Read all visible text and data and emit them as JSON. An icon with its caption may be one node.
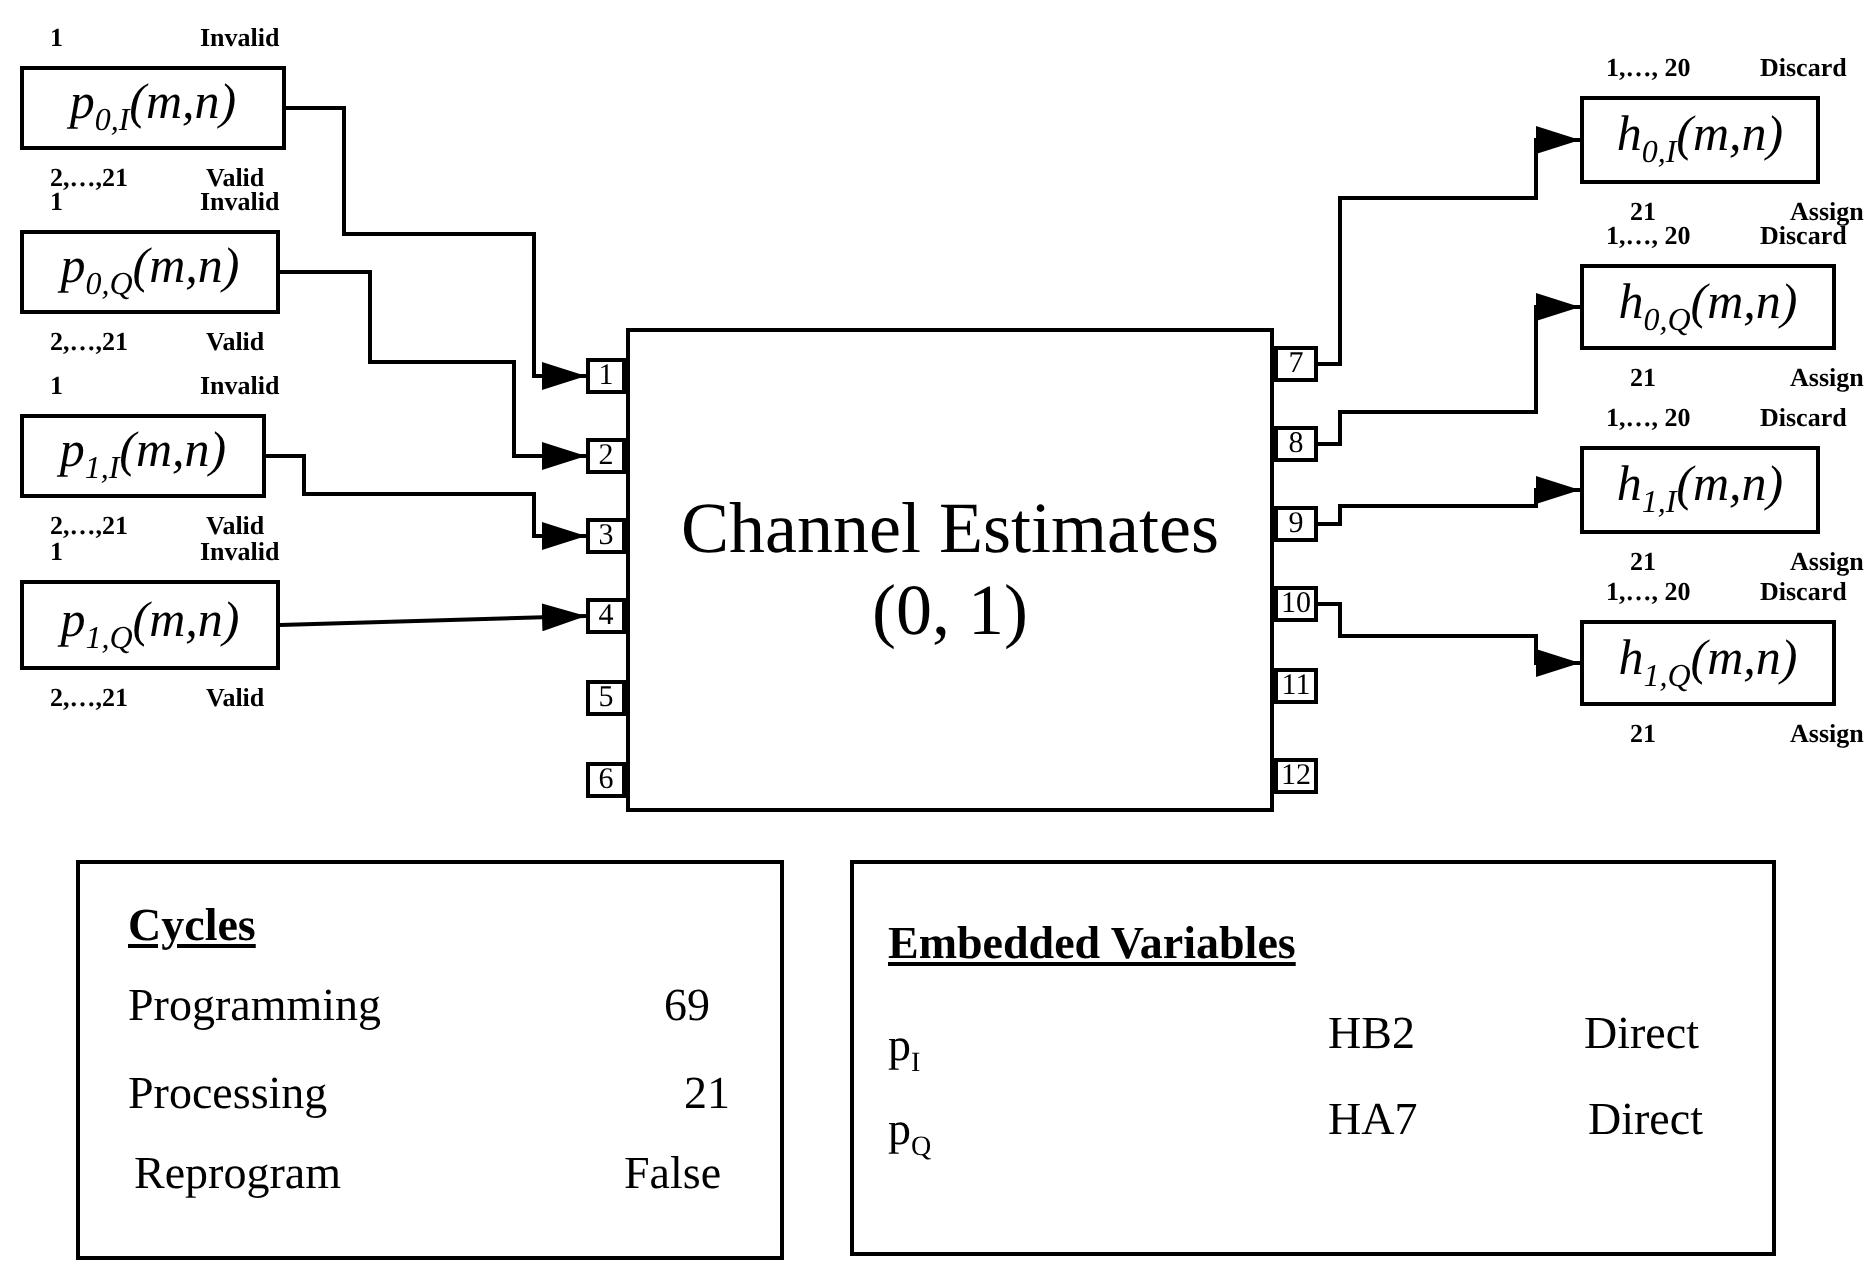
{
  "diagram": {
    "nodes": [
      {
        "text": [
          "p$_{0,I}$(m,n)"
        ],
        "beside": [
          "1",
          "Invalid",
          "2,…,21",
          "Valid"
        ]
      },
      {
        "text": [
          "p$_{0,Q}$(m,n)"
        ],
        "beside": [
          "1",
          "Invalid",
          "2,…,21",
          "Valid"
        ]
      },
      {
        "text": [
          "p$_{1,I}$(m,n)"
        ],
        "beside": [
          "1",
          "Invalid",
          "2,…,21",
          "Valid"
        ]
      },
      {
        "text": [
          "p$_{1,Q}$(m,n)"
        ],
        "beside": [
          "1",
          "Invalid",
          "2,…,21",
          "Valid"
        ]
      },
      {
        "text": [
          "Channel Estimates (0, 1)"
        ]
      },
      {
        "text": [
          "1"
        ]
      },
      {
        "text": [
          "2"
        ]
      },
      {
        "text": [
          "3"
        ]
      },
      {
        "text": [
          "4"
        ]
      },
      {
        "text": [
          "5"
        ]
      },
      {
        "text": [
          "6"
        ]
      },
      {
        "text": [
          "7"
        ]
      },
      {
        "text": [
          "8"
        ]
      },
      {
        "text": [
          "9"
        ]
      },
      {
        "text": [
          "10"
        ]
      },
      {
        "text": [
          "11"
        ]
      },
      {
        "text": [
          "12"
        ]
      },
      {
        "text": [
          "h$_{0,I}$(m,n)"
        ],
        "beside": [
          "1,…, 20",
          "Discard",
          "21",
          "Assign"
        ]
      },
      {
        "text": [
          "h$_{0,Q}$(m,n)"
        ],
        "beside": [
          "1,…, 20",
          "Discard",
          "21",
          "Assign"
        ]
      },
      {
        "text": [
          "h$_{1,I}$(m,n)"
        ],
        "beside": [
          "1,…, 20",
          "Discard",
          "21",
          "Assign"
        ]
      },
      {
        "text": [
          "h$_{1,Q}$(m,n)"
        ],
        "beside": [
          "1,…, 20",
          "Discard",
          "21",
          "Assign"
        ]
      },
      {
        "text": [
          "Cycles",
          "Programming",
          "69",
          "Processing",
          "21",
          "Reprogram",
          "False"
        ]
      },
      {
        "text": [
          "Embedded Variables",
          "p$_{I}$",
          "HB2",
          "Direct",
          "p$_{Q}$",
          "HA7",
          "Direct"
        ]
      }
    ],
    "edges": [
      {
        "from": 0,
        "to": 5,
        "arrow": "to"
      },
      {
        "from": 1,
        "to": 6,
        "arrow": "to"
      },
      {
        "from": 2,
        "to": 7,
        "arrow": "to"
      },
      {
        "from": 3,
        "to": 8,
        "arrow": "to"
      },
      {
        "from": 11,
        "to": 17,
        "arrow": "to"
      },
      {
        "from": 12,
        "to": 18,
        "arrow": "to"
      },
      {
        "from": 13,
        "to": 19,
        "arrow": "to"
      },
      {
        "from": 14,
        "to": 20,
        "arrow": "to"
      }
    ]
  }
}
